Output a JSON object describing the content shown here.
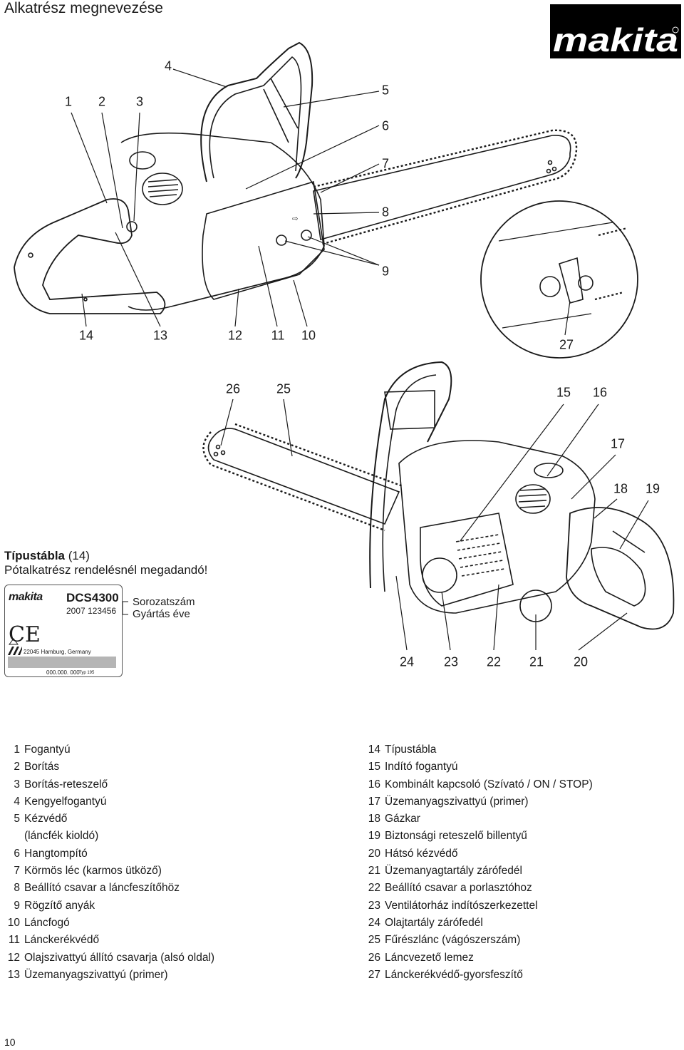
{
  "title": "Alkatrész megnevezése",
  "brand_logo": "makita",
  "callouts_top": [
    "1",
    "2",
    "3",
    "4",
    "5",
    "6",
    "7",
    "8",
    "9",
    "14",
    "13",
    "12",
    "11",
    "10",
    "27"
  ],
  "callouts_bottom": [
    "26",
    "25",
    "15",
    "16",
    "17",
    "18",
    "19",
    "24",
    "23",
    "22",
    "21",
    "20"
  ],
  "nameplate": {
    "caption_bold": "Típustábla",
    "caption_rest": " (14)",
    "caption_line2": "Pótalkatrész rendelésnél megadandó!",
    "brand": "makita",
    "model": "DCS4300",
    "serial_line": "2007 123456",
    "ce_mark": "CE",
    "address": "22045 Hamburg, Germany",
    "code": "000.000. 000",
    "typ": "Typ 195",
    "label_serial": "Sorozatszám",
    "label_year": "Gyártás éve"
  },
  "legend_left": [
    {
      "num": "1",
      "label": "Fogantyú"
    },
    {
      "num": "2",
      "label": "Borítás"
    },
    {
      "num": "3",
      "label": "Borítás-reteszelő"
    },
    {
      "num": "4",
      "label": "Kengyelfogantyú"
    },
    {
      "num": "5",
      "label": "Kézvédő"
    },
    {
      "num": "",
      "label": "(láncfék kioldó)"
    },
    {
      "num": "6",
      "label": "Hangtompító"
    },
    {
      "num": "7",
      "label": "Körmös léc (karmos ütköző)"
    },
    {
      "num": "8",
      "label": "Beállító csavar a láncfeszítőhöz"
    },
    {
      "num": "9",
      "label": "Rögzítő anyák"
    },
    {
      "num": "10",
      "label": "Láncfogó"
    },
    {
      "num": "11",
      "label": "Lánckerékvédő"
    },
    {
      "num": "12",
      "label": "Olajszivattyú állító csavarja (alsó oldal)"
    },
    {
      "num": "13",
      "label": "Üzemanyagszivattyú (primer)"
    }
  ],
  "legend_right": [
    {
      "num": "14",
      "label": "Típustábla"
    },
    {
      "num": "15",
      "label": "Indító fogantyú"
    },
    {
      "num": "16",
      "label": "Kombinált kapcsoló (Szívató / ON / STOP)"
    },
    {
      "num": "17",
      "label": "Üzemanyagszivattyú (primer)"
    },
    {
      "num": "18",
      "label": "Gázkar"
    },
    {
      "num": "19",
      "label": "Biztonsági reteszelő billentyű"
    },
    {
      "num": "20",
      "label": "Hátsó kézvédő"
    },
    {
      "num": "21",
      "label": "Üzemanyagtartály zárófedél"
    },
    {
      "num": "22",
      "label": "Beállító csavar a porlasztóhoz"
    },
    {
      "num": "23",
      "label": "Ventilátorház indítószerkezettel"
    },
    {
      "num": "24",
      "label": "Olajtartály zárófedél"
    },
    {
      "num": "25",
      "label": "Fűrészlánc (vágószerszám)"
    },
    {
      "num": "26",
      "label": "Láncvezető lemez"
    },
    {
      "num": "27",
      "label": "Lánckerékvédő-gyorsfeszítő"
    }
  ],
  "page_number": "10"
}
